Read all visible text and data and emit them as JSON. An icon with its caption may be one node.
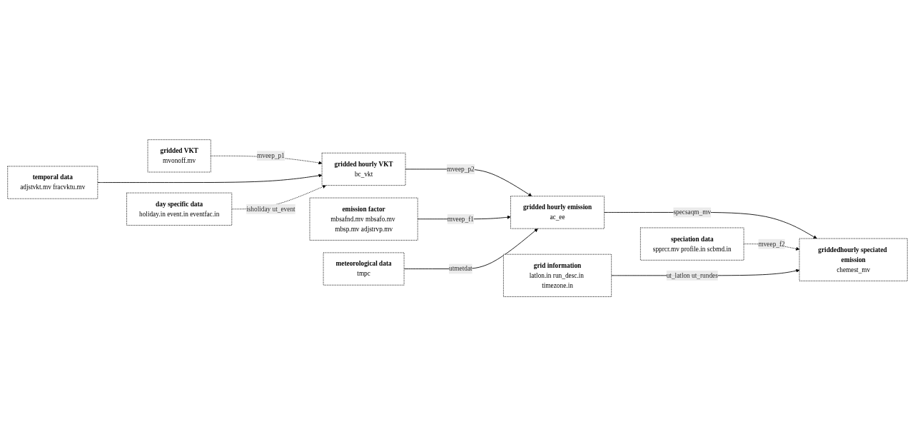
{
  "diagram": {
    "nodes": [
      {
        "text": [
          "gridded VKT",
          "mvonoff.mv"
        ]
      },
      {
        "text": [
          "gridded hourly VKT",
          "bc_vkt"
        ]
      },
      {
        "text": [
          "gridded hourly emission",
          "ac_ee"
        ]
      },
      {
        "text": [
          "griddedhourly speciated emission",
          "chemest_mv"
        ]
      },
      {
        "text": [
          "temporal data",
          "adjstvkt.mv fracvktu.mv"
        ]
      },
      {
        "text": [
          "emission factor",
          "mbsafnd.mv mbsafo.mv mbsp.mv adjstrvp.mv"
        ]
      },
      {
        "text": [
          "speciation data",
          "spprcr.mv profile.in scbmd.in"
        ]
      },
      {
        "text": [
          "day specific data",
          "holiday.in event.in eventfac.in"
        ]
      },
      {
        "text": [
          "meteorological data",
          "tmpc"
        ]
      },
      {
        "text": [
          "grid information",
          "latlon.in run_desc.in timezone.in"
        ]
      }
    ],
    "edges": [
      {
        "from": 0,
        "to": 1,
        "arrow": "to",
        "label": "mveep_p1",
        "style": "dashed"
      },
      {
        "from": 4,
        "to": 1,
        "arrow": "to"
      },
      {
        "from": 7,
        "to": 1,
        "arrow": "to",
        "label": "isholiday ut_event",
        "style": "dashed"
      },
      {
        "from": 1,
        "to": 2,
        "arrow": "to",
        "label": "mveep_p2"
      },
      {
        "from": 5,
        "to": 2,
        "arrow": "to",
        "label": "mveep_f1"
      },
      {
        "from": 8,
        "to": 2,
        "arrow": "to",
        "label": "utmetdat"
      },
      {
        "from": 2,
        "to": 3,
        "arrow": "to",
        "label": "specsaqm_mv"
      },
      {
        "from": 6,
        "to": 3,
        "arrow": "to",
        "label": "mveep_f2",
        "style": "dashed"
      },
      {
        "from": 9,
        "to": 3,
        "arrow": "to",
        "label": "ut_latlon ut_rundes"
      }
    ]
  }
}
